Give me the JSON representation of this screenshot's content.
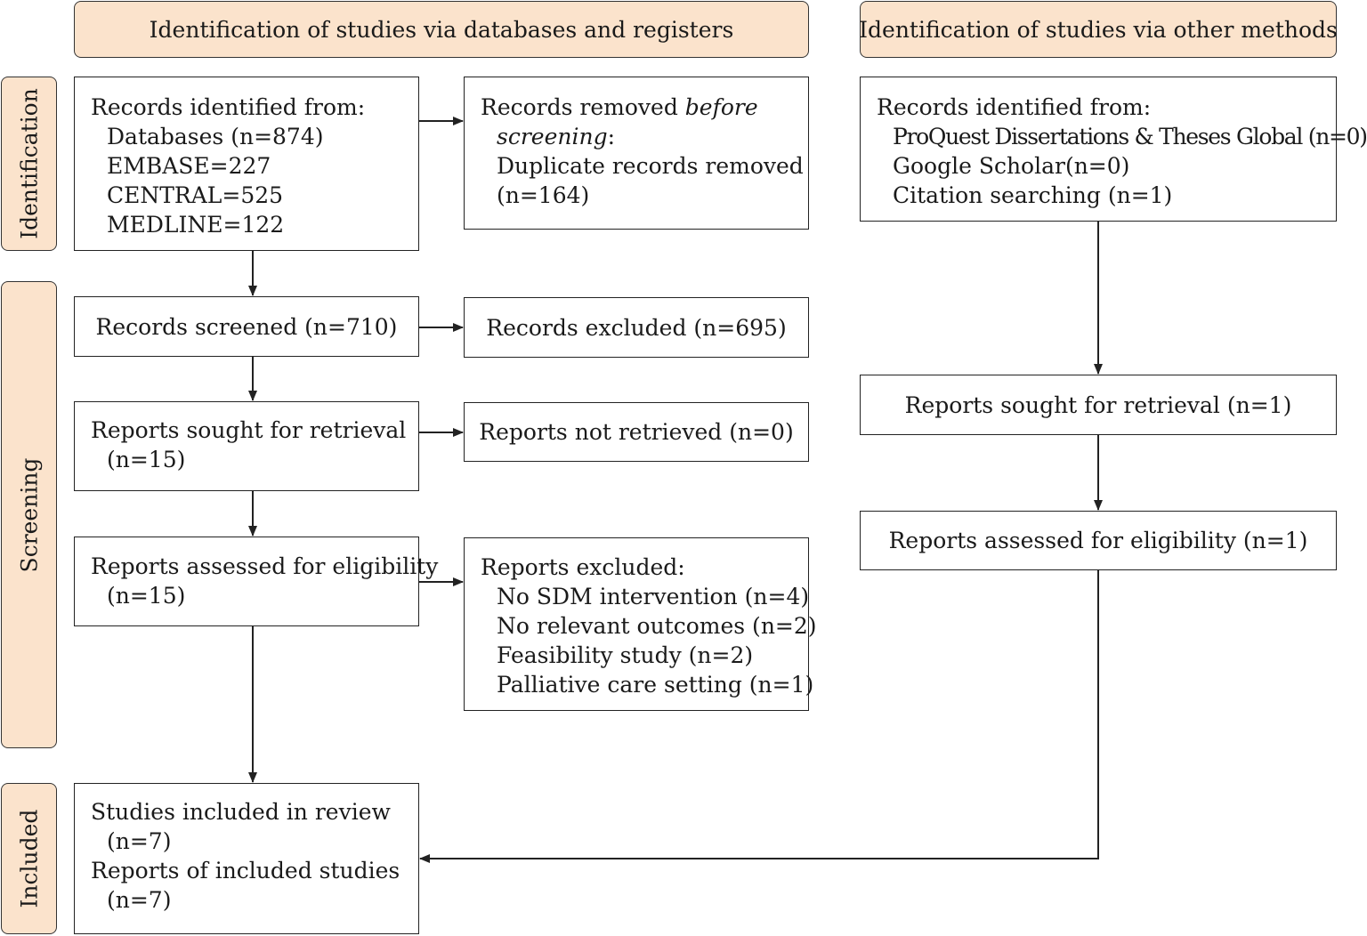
{
  "headers": {
    "databases": "Identification of studies via databases and registers",
    "other": "Identification of studies via other methods"
  },
  "phases": {
    "identification": "Identification",
    "screening": "Screening",
    "included": "Included"
  },
  "db": {
    "identified": {
      "title": "Records identified from:",
      "lines": [
        "Databases (n=874)",
        "EMBASE=227",
        "CENTRAL=525",
        "MEDLINE=122"
      ]
    },
    "removed": {
      "title_plain": "Records removed ",
      "title_italic_1": "before",
      "title_italic_2": "screening",
      "title_colon": ":",
      "lines": [
        "Duplicate records removed",
        "(n=164)"
      ]
    },
    "screened": "Records screened (n=710)",
    "excluded": "Records excluded (n=695)",
    "sought": {
      "title": "Reports sought for retrieval",
      "count": "(n=15)"
    },
    "not_retrieved": "Reports not retrieved (n=0)",
    "assessed": {
      "title": "Reports assessed for eligibility",
      "count": "(n=15)"
    },
    "reports_excluded": {
      "title": "Reports excluded:",
      "lines": [
        "No SDM intervention (n=4)",
        "No relevant outcomes (n=2)",
        "Feasibility study (n=2)",
        "Palliative care setting (n=1)"
      ]
    },
    "included": {
      "studies": "Studies included in review",
      "studies_n": "(n=7)",
      "reports": "Reports of included studies",
      "reports_n": "(n=7)"
    }
  },
  "other": {
    "identified": {
      "title": "Records identified from:",
      "lines": [
        "ProQuest Dissertations & Theses Global (n=0)",
        "Google Scholar(n=0)",
        "Citation searching (n=1)"
      ]
    },
    "sought": "Reports sought for retrieval (n=1)",
    "assessed": "Reports assessed for eligibility (n=1)"
  }
}
